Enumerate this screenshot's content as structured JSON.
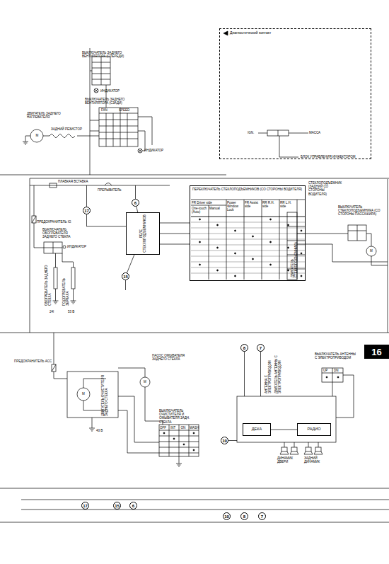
{
  "diagram": {
    "nodes": [
      {
        "text": [
          "Диагностический контакт"
        ]
      },
      {
        "text": [
          "РЕЛЕ СТЕКЛОПОДЪЕМНИКОВ"
        ]
      },
      {
        "text": [
          "ПЕРЕКЛЮЧАТЕЛЬ СТЕКЛОПОДЪЕМНИКОВ (СО СТОРОНЫ ВОДИТЕЛЯ)"
        ]
      },
      {
        "text": [
          "ДЕКА"
        ]
      },
      {
        "text": [
          "РАДИО"
        ]
      },
      {
        "text": [
          "16"
        ]
      },
      {
        "text": [
          "17"
        ]
      },
      {
        "text": [
          "6"
        ]
      },
      {
        "text": [
          "15"
        ]
      },
      {
        "text": [
          "8"
        ]
      },
      {
        "text": [
          "7"
        ]
      },
      {
        "text": [
          "10"
        ]
      },
      {
        "text": [
          "17"
        ]
      },
      {
        "text": [
          "15"
        ]
      },
      {
        "text": [
          "6"
        ]
      },
      {
        "text": [
          "10"
        ]
      },
      {
        "text": [
          "8"
        ]
      },
      {
        "text": [
          "7"
        ]
      }
    ],
    "edges": [
      {
        "from": 3,
        "to": 4,
        "arrow": "none"
      },
      {
        "from": 7,
        "to": 1,
        "arrow": "none"
      },
      {
        "from": 8,
        "to": 1,
        "arrow": "none"
      }
    ],
    "labels": [
      "ВЫКЛЮЧАТЕЛЬ ЗАДНЕГО ВЕНТИЛЯТОРА (СПЕРЕДИ)",
      "ИНДИКАТОР",
      "ВЫКЛЮЧАТЕЛЬ ЗАДНЕГО ВЕНТИЛЯТОРА (СЗАДИ)",
      "FAN",
      "SPEED",
      "ДВИГАТЕЛЬ ЗАДНЕГО НАГРЕВАТЕЛЯ",
      "ЗАДНИЙ РЕЗИСТОР",
      "ИНДИКАТОР",
      "M",
      "IGN.",
      "МАССА",
      "БЛОК УПРАВЛЕНИЯ ИНЖЕКТОРОМ",
      "ПЛАВКАЯ ВСТАВКА",
      "ПРЕРЫВАТЕЛЬ",
      "ПРЕДОХРАНИТЕЛЬ IG",
      "ВЫКЛЮЧАТЕЛЬ ОБОГРЕВАТЕЛЯ ЗАДНЕГО СТЕКЛА",
      "ИНДИКАТОР",
      "ОБОГРЕВАТЕЛЬ ЗАДНЕГО СТЕКЛА",
      "ПОДОГРЕВАТЕЛЬ ЗЕРКАЛА",
      "24I",
      "53 B",
      "FR Driver side",
      "One-touch (Auto)",
      "Manual",
      "Power Window Lock",
      "FR Assist side",
      "RR R.H. side",
      "RR L.H. side",
      "СТЕКЛОПОДЪЕМНИК (ЗАДНИЙ СО СТОРОНЫ ВОДИТЕЛЯ)",
      "ДВИГАТЕЛЬ СТЕКЛОПОДЪЕМНИКА",
      "ВЫКЛЮЧАТЕЛЬ СТЕКЛОПОДЪЕМНИКА (СО СТОРОНЫ ПАССАЖИРА)",
      "M",
      "ПРЕДОХРАНИТЕЛЬ ACC",
      "ДВИГАТЕЛЬ ОЧИСТИТЕЛЯ ЗАДНЕГО СТЕКЛА",
      "M",
      "НАСОС ОМЫВАТЕЛЯ ЗАДНЕГО СТЕКЛА",
      "M",
      "ВЫКЛЮЧАТЕЛЬ ОЧИСТИТЕЛЯ И ОМЫВАТЕЛЯ ЗАДН. СТЕКЛА",
      "OFF",
      "INT",
      "ON",
      "WASH",
      "43 B",
      "АНТЕННА С ЭЛЕКТРОПРИВОДОМ",
      "ДВИГАТЕЛЬ АНТЕННЫ С ЭЛЕКТРОПРИВОДОМ",
      "ВЫКЛЮЧАТЕЛЬ АНТЕННЫ С ЭЛЕКТРОПРИВОДОМ",
      "UP",
      "DN",
      "ДИНАМИК ДВЕРИ",
      "ЗАДНИЙ ДИНАМИК"
    ]
  }
}
